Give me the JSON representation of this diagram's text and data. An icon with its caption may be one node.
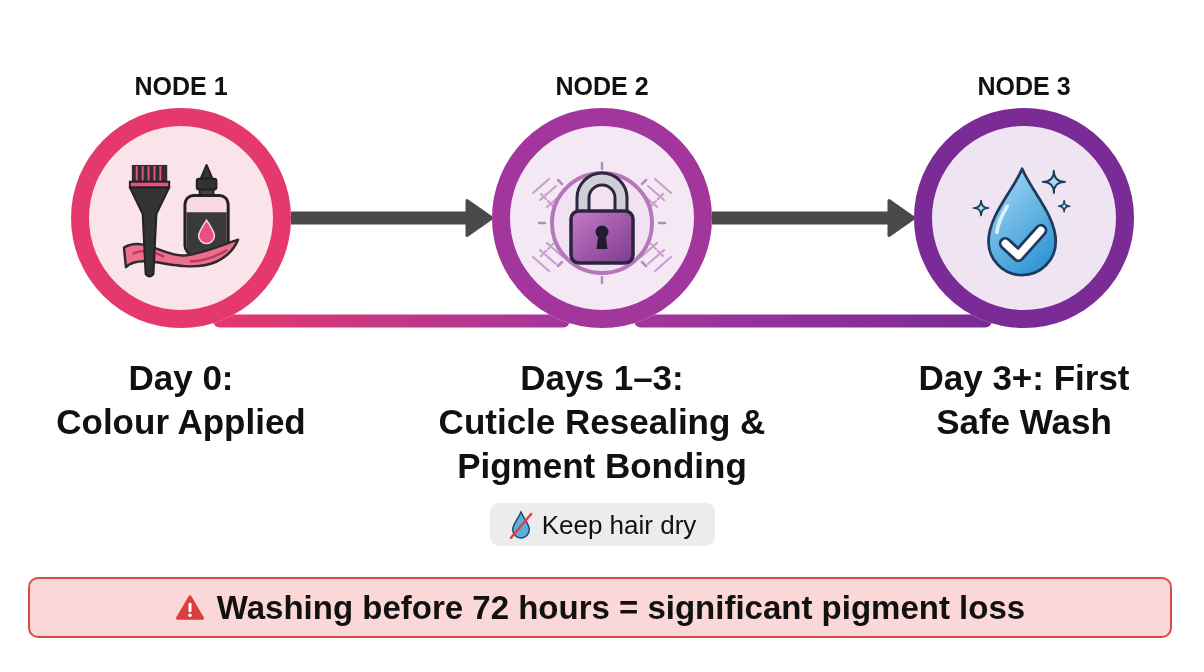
{
  "diagram": {
    "nodes": [
      {
        "text": [
          "NODE 1"
        ],
        "beside": [
          "Day 0: Colour Applied"
        ]
      },
      {
        "text": [
          "NODE 2"
        ],
        "beside": [
          "Days 1–3: Cuticle Resealing & Pigment Bonding"
        ]
      },
      {
        "text": [
          "NODE 3"
        ],
        "beside": [
          "Day 3+: First Safe Wash"
        ]
      },
      {
        "text": [
          "Keep hair dry"
        ]
      },
      {
        "text": [
          "Washing before 72 hours = significant pigment loss"
        ]
      }
    ],
    "edges": [
      {
        "from": 0,
        "to": 1,
        "arrow": "to"
      },
      {
        "from": 1,
        "to": 2,
        "arrow": "to"
      },
      {
        "from": 0,
        "to": 1,
        "arrow": "none",
        "color": "#a3369d"
      },
      {
        "from": 1,
        "to": 2,
        "arrow": "none",
        "color": "#7a2b95"
      }
    ]
  }
}
